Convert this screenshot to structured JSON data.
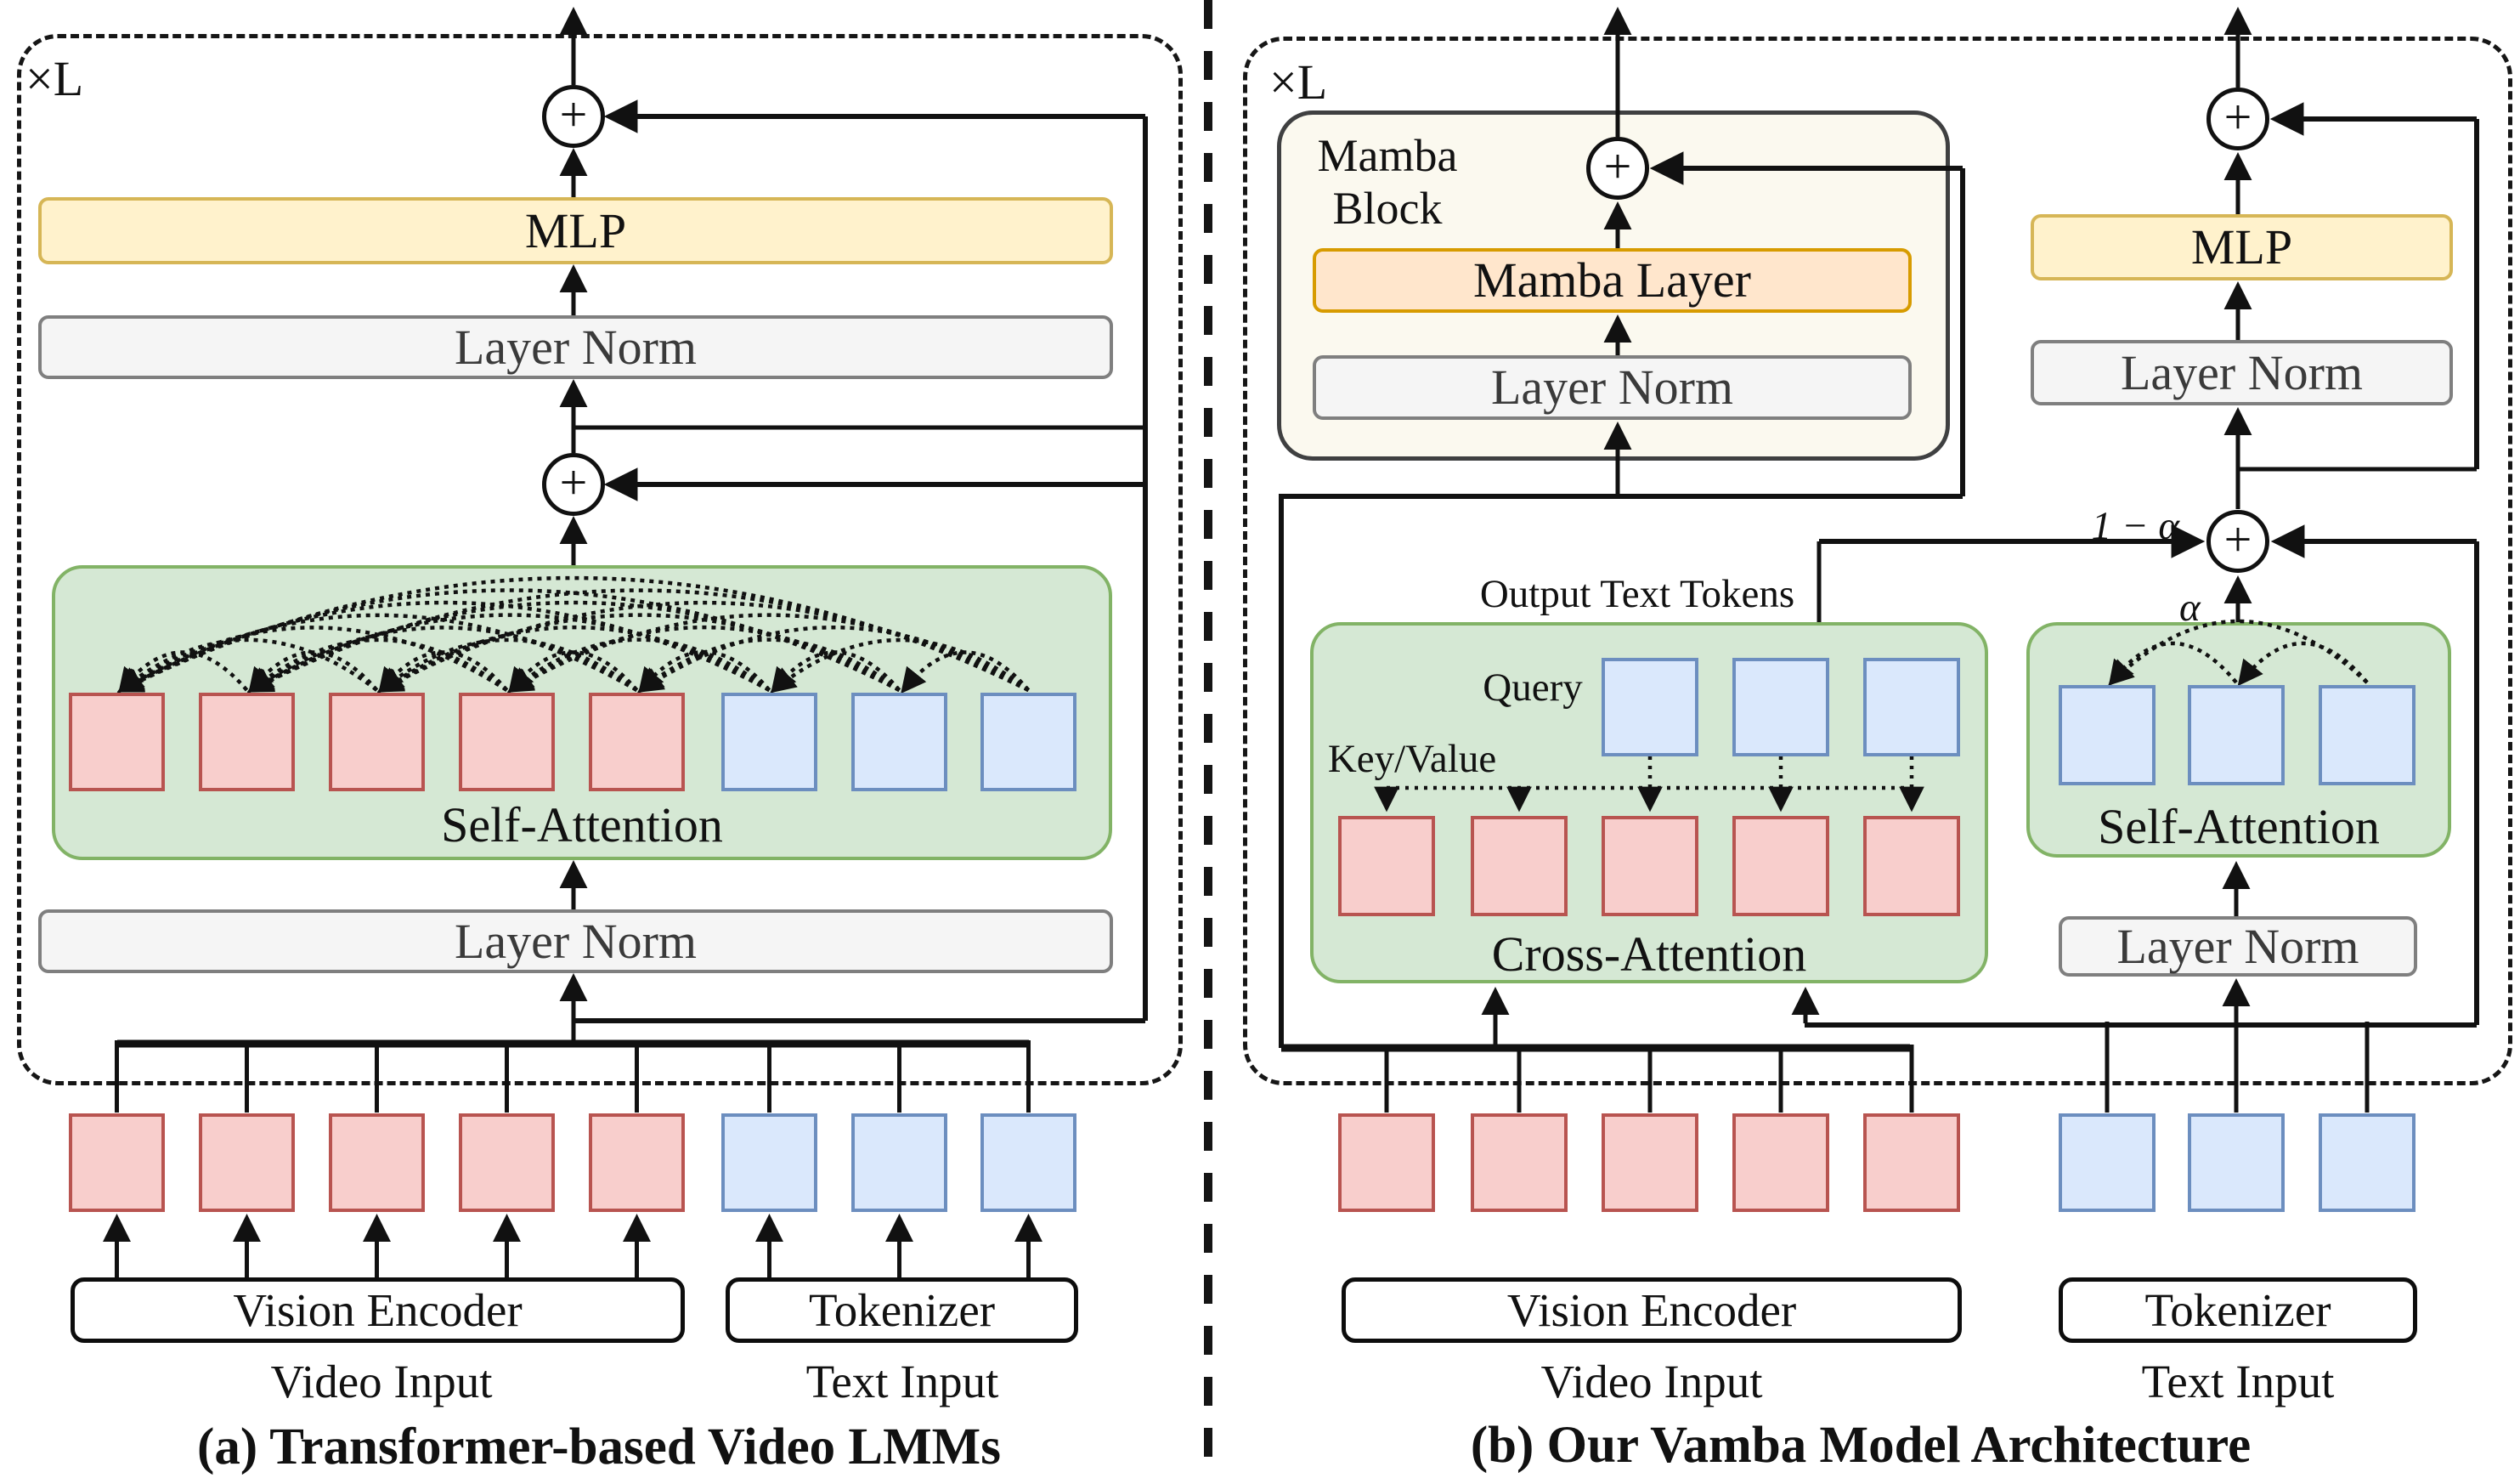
{
  "symbols": {
    "plus": "+"
  },
  "colors": {
    "video_token_fill": "#f8cecc",
    "video_token_border": "#b85450",
    "text_token_fill": "#dae8fc",
    "text_token_border": "#6c8ebf",
    "attention_fill": "#d5e8d4",
    "attention_border": "#82b366",
    "mlp_fill": "#fff2cc",
    "mlp_border": "#d6b656",
    "mamba_layer_fill": "#ffe6cc",
    "mamba_layer_border": "#d79b00",
    "mamba_block_fill": "#fbf9ef",
    "layer_norm_fill": "#f5f5f5",
    "layer_norm_border": "#7f7f7f",
    "wire_color": "#111111"
  },
  "panel_a": {
    "repeat_label": "×L",
    "mlp_label": "MLP",
    "layer_norm_top_label": "Layer Norm",
    "self_attention_label": "Self-Attention",
    "layer_norm_bottom_label": "Layer Norm",
    "vision_encoder_label": "Vision Encoder",
    "tokenizer_label": "Tokenizer",
    "video_input_label": "Video Input",
    "text_input_label": "Text Input",
    "caption": "(a) Transformer-based Video LMMs",
    "video_token_count": 5,
    "text_token_count": 3
  },
  "panel_b": {
    "repeat_label": "×L",
    "mamba_block_label_line1": "Mamba",
    "mamba_block_label_line2": "Block",
    "mamba_layer_label": "Mamba Layer",
    "layer_norm_mamba_label": "Layer Norm",
    "mlp_label": "MLP",
    "layer_norm_mlp_label": "Layer Norm",
    "output_text_tokens_label": "Output Text Tokens",
    "query_label": "Query",
    "key_value_label": "Key/Value",
    "cross_attention_label": "Cross-Attention",
    "self_attention_label": "Self-Attention",
    "layer_norm_attention_label": "Layer Norm",
    "alpha_label": "α",
    "one_minus_alpha_label": "1 − α",
    "vision_encoder_label": "Vision Encoder",
    "tokenizer_label": "Tokenizer",
    "video_input_label": "Video Input",
    "text_input_label": "Text Input",
    "caption": "(b) Our Vamba Model Architecture",
    "query_token_count": 3,
    "key_value_token_count": 5,
    "self_attention_token_count": 3,
    "video_token_count": 5,
    "text_token_count": 3
  }
}
